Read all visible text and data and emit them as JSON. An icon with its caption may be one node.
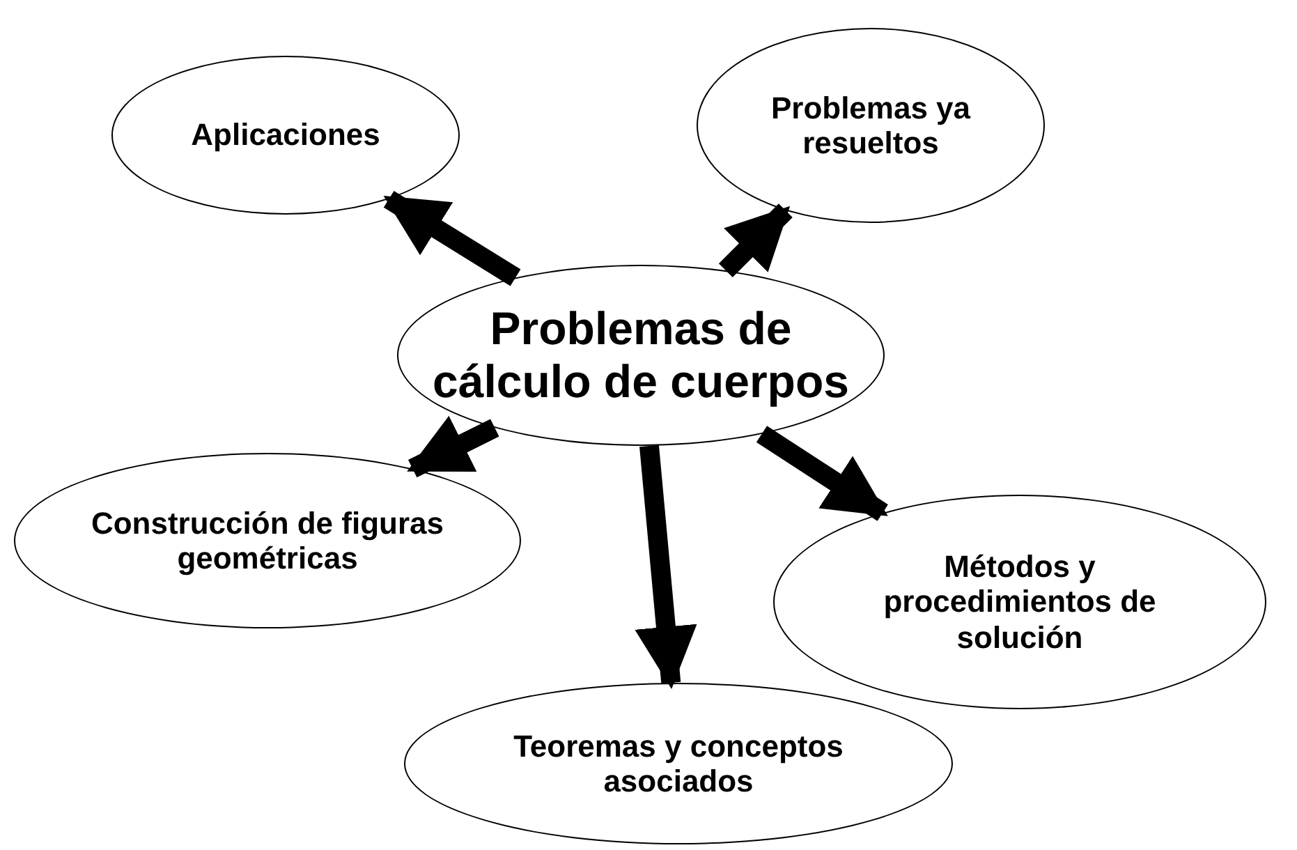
{
  "diagram": {
    "nodes": [
      {
        "text": [
          "Problemas de cálculo de cuerpos"
        ]
      },
      {
        "text": [
          "Aplicaciones"
        ]
      },
      {
        "text": [
          "Problemas ya resueltos"
        ]
      },
      {
        "text": [
          "Construcción de figuras geométricas"
        ]
      },
      {
        "text": [
          "Métodos y procedimientos de solución"
        ]
      },
      {
        "text": [
          "Teoremas y conceptos asociados"
        ]
      }
    ],
    "edges": [
      {
        "from": 0,
        "to": 1,
        "arrow": "to"
      },
      {
        "from": 0,
        "to": 2,
        "arrow": "to"
      },
      {
        "from": 0,
        "to": 3,
        "arrow": "to"
      },
      {
        "from": 0,
        "to": 5,
        "arrow": "to"
      },
      {
        "from": 0,
        "to": 4,
        "arrow": "to"
      }
    ]
  }
}
